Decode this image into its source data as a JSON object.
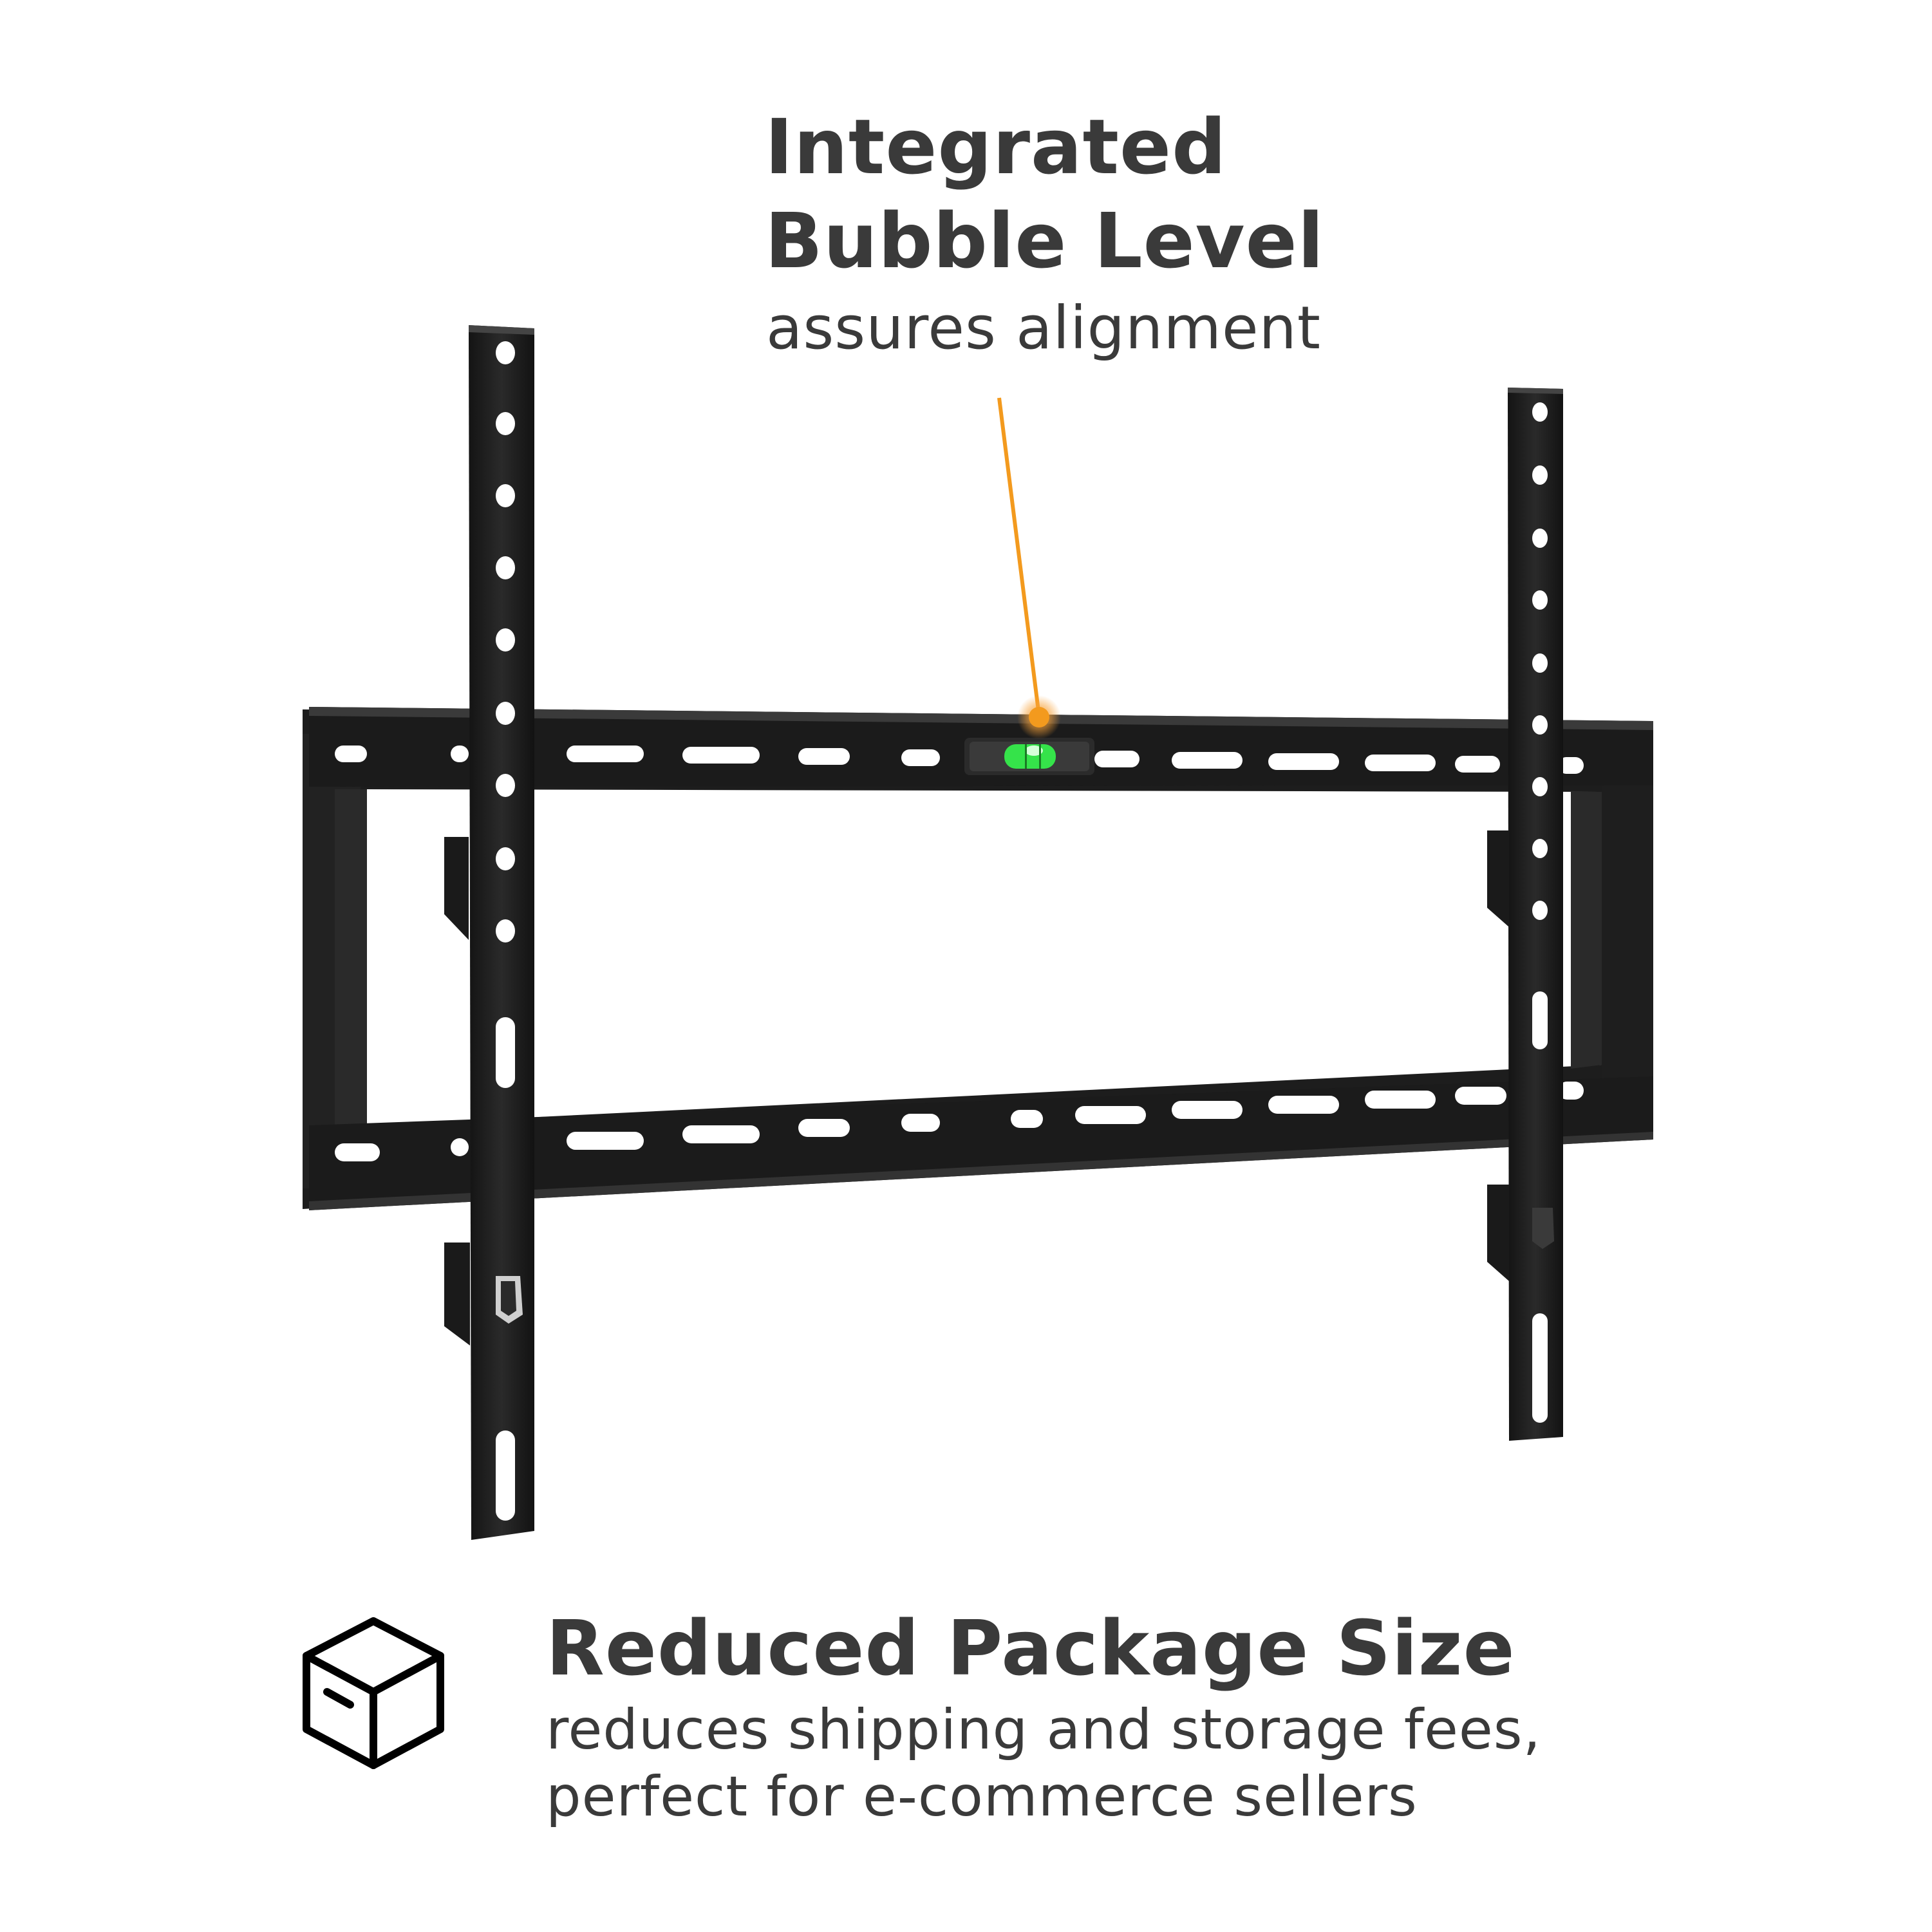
{
  "callout": {
    "title_line1": "Integrated",
    "title_line2": "Bubble Level",
    "subtitle": "assures alignment",
    "leader_color": "#f39a1e"
  },
  "feature": {
    "icon": "package-box-icon",
    "title": "Reduced Package Size",
    "desc_line1": "reduces shipping and storage fees,",
    "desc_line2": "perfect for e-commerce sellers"
  },
  "product": {
    "name": "tv-wall-mount-bracket-icon",
    "frame_color": "#1b1b1b",
    "bubble_color": "#35e34a"
  },
  "colors": {
    "text": "#3a3a3a",
    "background": "#ffffff"
  }
}
